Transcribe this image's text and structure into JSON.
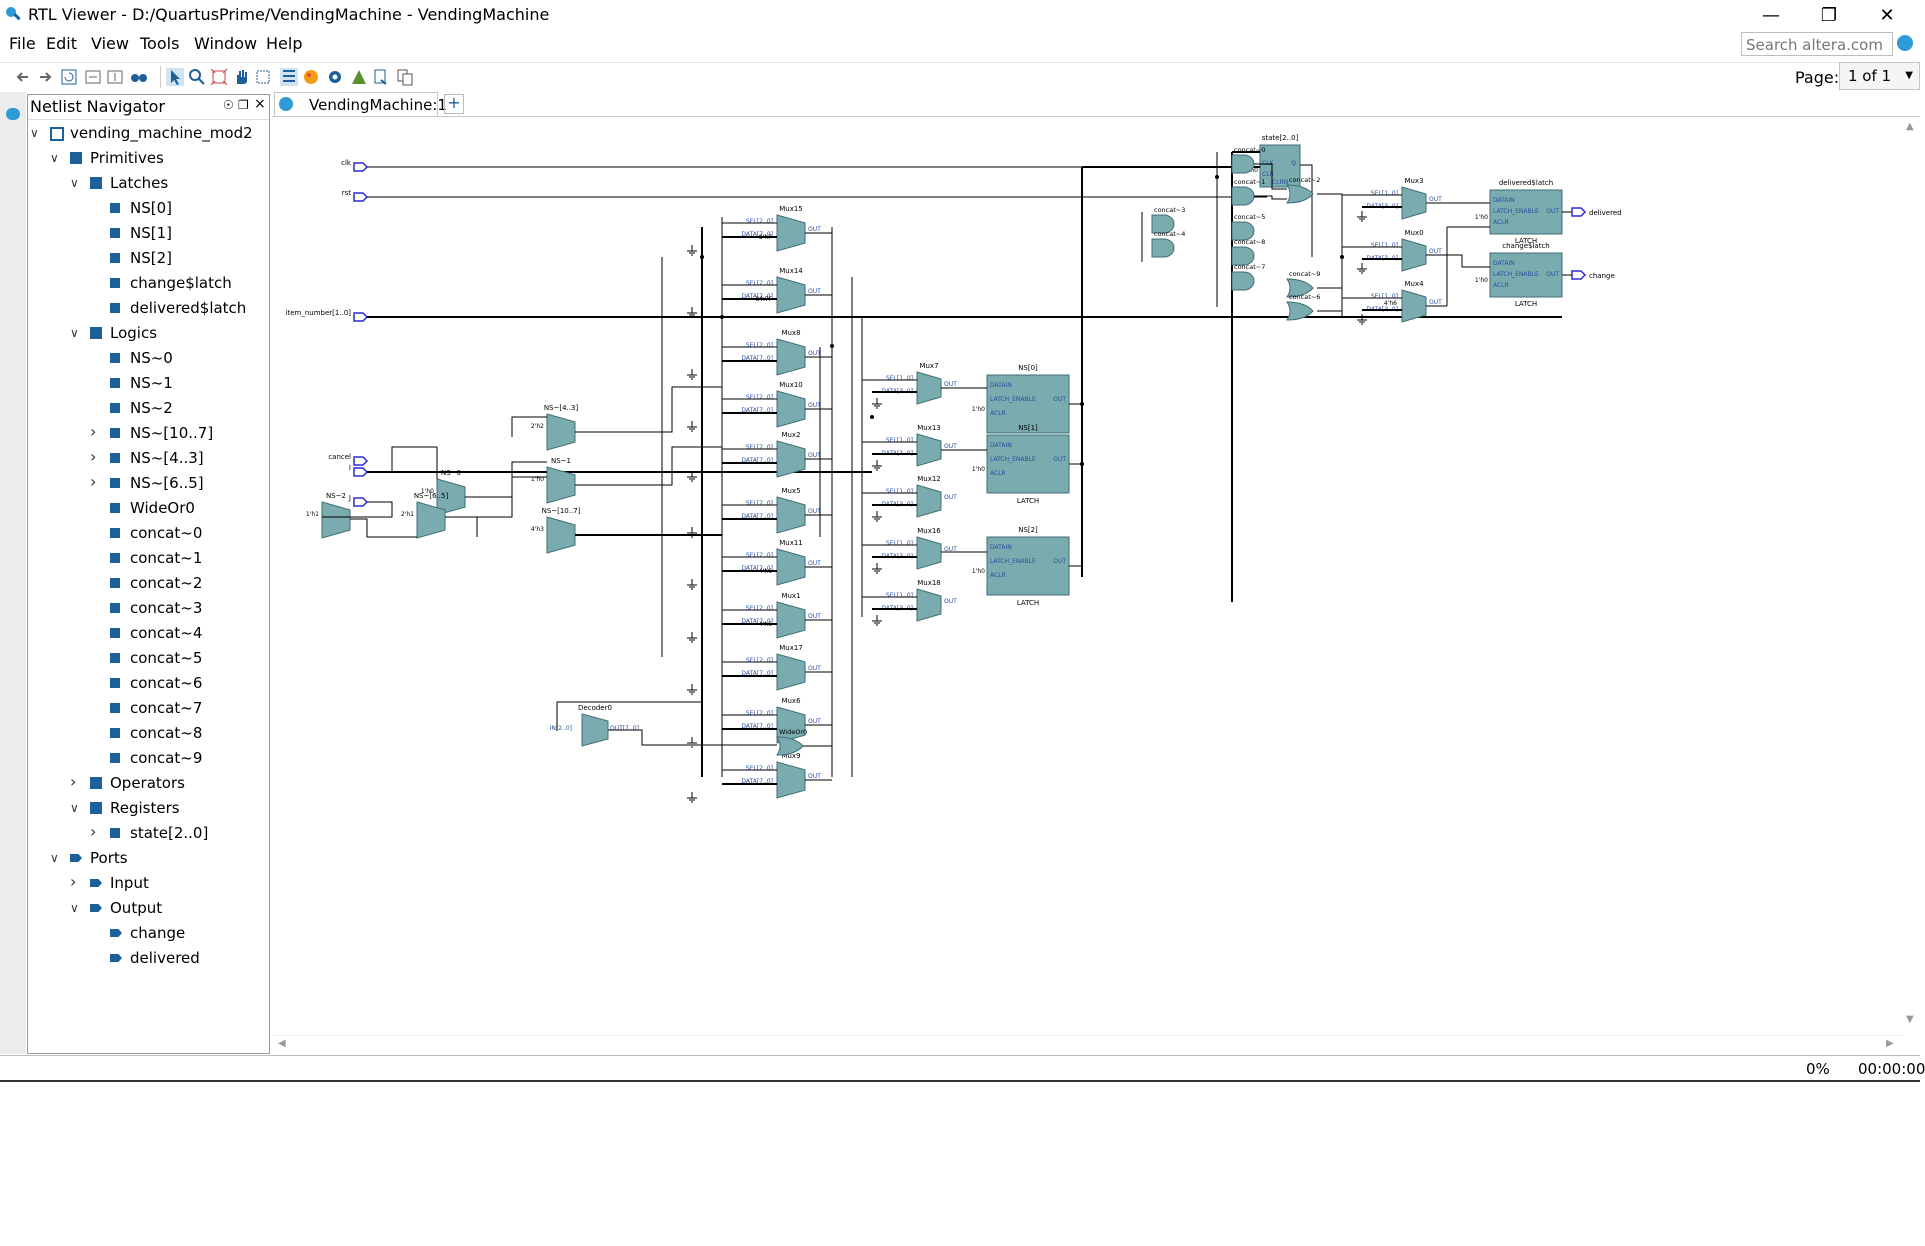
{
  "window": {
    "title": "RTL Viewer - D:/QuartusPrime/VendingMachine - VendingMachine",
    "minimize": "—",
    "restore": "❐",
    "close": "✕"
  },
  "menu": {
    "file": "File",
    "edit": "Edit",
    "view": "View",
    "tools": "Tools",
    "window": "Window",
    "help": "Help"
  },
  "search": {
    "placeholder": "Search altera.com"
  },
  "page": {
    "label": "Page:",
    "value": "1 of 1"
  },
  "navigator": {
    "title": "Netlist Navigator",
    "pin": "☉",
    "float": "❐",
    "close": "×",
    "tree": [
      {
        "label": "vending_machine_mod2",
        "level": 0,
        "chev": "v",
        "icon": "hier"
      },
      {
        "label": "Primitives",
        "level": 1,
        "chev": "v",
        "icon": "cube"
      },
      {
        "label": "Latches",
        "level": 2,
        "chev": "v",
        "icon": "cube"
      },
      {
        "label": "NS[0]",
        "level": 3,
        "chev": "",
        "icon": "leaf"
      },
      {
        "label": "NS[1]",
        "level": 3,
        "chev": "",
        "icon": "leaf"
      },
      {
        "label": "NS[2]",
        "level": 3,
        "chev": "",
        "icon": "leaf"
      },
      {
        "label": "change$latch",
        "level": 3,
        "chev": "",
        "icon": "leaf"
      },
      {
        "label": "delivered$latch",
        "level": 3,
        "chev": "",
        "icon": "leaf"
      },
      {
        "label": "Logics",
        "level": 2,
        "chev": "v",
        "icon": "cube"
      },
      {
        "label": "NS~0",
        "level": 3,
        "chev": "",
        "icon": "leaf"
      },
      {
        "label": "NS~1",
        "level": 3,
        "chev": "",
        "icon": "leaf"
      },
      {
        "label": "NS~2",
        "level": 3,
        "chev": "",
        "icon": "leaf"
      },
      {
        "label": "NS~[10..7]",
        "level": 3,
        "chev": ">",
        "icon": "leaf"
      },
      {
        "label": "NS~[4..3]",
        "level": 3,
        "chev": ">",
        "icon": "leaf"
      },
      {
        "label": "NS~[6..5]",
        "level": 3,
        "chev": ">",
        "icon": "leaf"
      },
      {
        "label": "WideOr0",
        "level": 3,
        "chev": "",
        "icon": "leaf"
      },
      {
        "label": "concat~0",
        "level": 3,
        "chev": "",
        "icon": "leaf"
      },
      {
        "label": "concat~1",
        "level": 3,
        "chev": "",
        "icon": "leaf"
      },
      {
        "label": "concat~2",
        "level": 3,
        "chev": "",
        "icon": "leaf"
      },
      {
        "label": "concat~3",
        "level": 3,
        "chev": "",
        "icon": "leaf"
      },
      {
        "label": "concat~4",
        "level": 3,
        "chev": "",
        "icon": "leaf"
      },
      {
        "label": "concat~5",
        "level": 3,
        "chev": "",
        "icon": "leaf"
      },
      {
        "label": "concat~6",
        "level": 3,
        "chev": "",
        "icon": "leaf"
      },
      {
        "label": "concat~7",
        "level": 3,
        "chev": "",
        "icon": "leaf"
      },
      {
        "label": "concat~8",
        "level": 3,
        "chev": "",
        "icon": "leaf"
      },
      {
        "label": "concat~9",
        "level": 3,
        "chev": "",
        "icon": "leaf"
      },
      {
        "label": "Operators",
        "level": 2,
        "chev": ">",
        "icon": "cube"
      },
      {
        "label": "Registers",
        "level": 2,
        "chev": "v",
        "icon": "cube"
      },
      {
        "label": "state[2..0]",
        "level": 3,
        "chev": ">",
        "icon": "leaf"
      },
      {
        "label": "Ports",
        "level": 1,
        "chev": "v",
        "icon": "port"
      },
      {
        "label": "Input",
        "level": 2,
        "chev": ">",
        "icon": "port"
      },
      {
        "label": "Output",
        "level": 2,
        "chev": "v",
        "icon": "port"
      },
      {
        "label": "change",
        "level": 3,
        "chev": "",
        "icon": "port"
      },
      {
        "label": "delivered",
        "level": 3,
        "chev": "",
        "icon": "port"
      }
    ]
  },
  "tab": {
    "label": "VendingMachine:1",
    "add": "+"
  },
  "schematic": {
    "inputs": [
      "clk",
      "rst",
      "item_number[1..0]",
      "cancel",
      "I",
      "J"
    ],
    "outputs": [
      "delivered",
      "change"
    ],
    "register": {
      "name": "state[2..0]",
      "pins": [
        "CLK",
        "CLR",
        "CLRN",
        "Q"
      ],
      "const": "3'h0"
    },
    "muxes": {
      "col1": [
        "Mux15",
        "Mux14",
        "Mux8",
        "Mux10",
        "Mux2",
        "Mux5",
        "Mux11",
        "Mux1",
        "Mux17",
        "Mux6",
        "Mux9"
      ],
      "col2": [
        "Mux7",
        "Mux13",
        "Mux12",
        "Mux16",
        "Mux18"
      ],
      "right": [
        "Mux3",
        "Mux0",
        "Mux4"
      ]
    },
    "mux_pins": {
      "sel2": "SEL[2..0]",
      "data7": "DATA[7..0]",
      "sel1": "SEL[1..0]",
      "data3": "DATA[3..0]",
      "out": "OUT"
    },
    "logic": [
      "NS~0",
      "NS~2",
      "NS~[6..5]",
      "NS~[4..3]",
      "NS~1",
      "NS~[10..7]"
    ],
    "logic_consts": [
      "1'h0",
      "1'h1",
      "2'h1",
      "2'h2",
      "1'h0",
      "4'h3"
    ],
    "latches": [
      {
        "name": "NS[0]",
        "const": "1'h0"
      },
      {
        "name": "NS[1]",
        "const": "1'h0"
      },
      {
        "name": "NS[2]",
        "const": "1'h0"
      },
      {
        "name": "delivered$latch",
        "const": "1'h0"
      },
      {
        "name": "change$latch",
        "const": "1'h0"
      }
    ],
    "latch_pins": {
      "datain": "DATAIN",
      "enable": "LATCH_ENABLE",
      "aclr": "ACLR",
      "out": "OUT",
      "type": "LATCH"
    },
    "concats": [
      "concat~0",
      "concat~1",
      "concat~2",
      "concat~3",
      "concat~4",
      "concat~5",
      "concat~8",
      "concat~7",
      "concat~9",
      "concat~6"
    ],
    "decoder": {
      "name": "Decoder0",
      "in": "IN[2..0]",
      "out": "OUT[7..0]"
    },
    "wideor": "WideOr0",
    "const_vals": [
      "8'h7",
      "8'h7F",
      "8'h1F",
      "4'h6"
    ]
  },
  "status": {
    "percent": "0%",
    "time": "00:00:00"
  },
  "colors": {
    "block": "#79abaf",
    "block_dark": "#3f6f74",
    "wire": "#000000",
    "port": "#2b2bd6",
    "icon": "#1c5f99"
  }
}
